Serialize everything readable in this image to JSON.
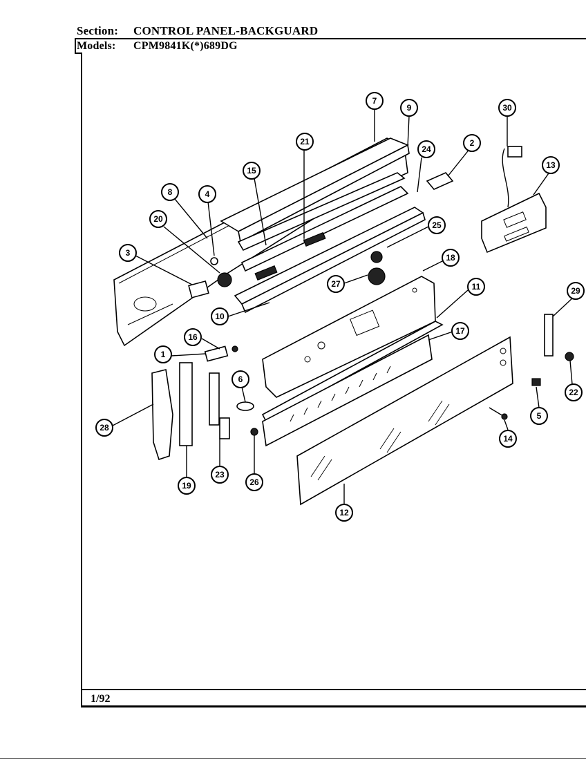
{
  "header": {
    "section_label": "Section:",
    "section_value": "CONTROL PANEL-BACKGUARD",
    "models_label": "Models:",
    "models_value": "CPM9841K(*)689DG"
  },
  "footer": {
    "date": "1/92"
  },
  "callouts": [
    {
      "id": "c7",
      "label": "7"
    },
    {
      "id": "c9",
      "label": "9"
    },
    {
      "id": "c30",
      "label": "30"
    },
    {
      "id": "c21",
      "label": "21"
    },
    {
      "id": "c24",
      "label": "24"
    },
    {
      "id": "c2",
      "label": "2"
    },
    {
      "id": "c13",
      "label": "13"
    },
    {
      "id": "c15",
      "label": "15"
    },
    {
      "id": "c8",
      "label": "8"
    },
    {
      "id": "c4",
      "label": "4"
    },
    {
      "id": "c20",
      "label": "20"
    },
    {
      "id": "c25",
      "label": "25"
    },
    {
      "id": "c3",
      "label": "3"
    },
    {
      "id": "c18",
      "label": "18"
    },
    {
      "id": "c27",
      "label": "27"
    },
    {
      "id": "c11",
      "label": "11"
    },
    {
      "id": "c29",
      "label": "29"
    },
    {
      "id": "c10",
      "label": "10"
    },
    {
      "id": "c17",
      "label": "17"
    },
    {
      "id": "c16",
      "label": "16"
    },
    {
      "id": "c1",
      "label": "1"
    },
    {
      "id": "c6",
      "label": "6"
    },
    {
      "id": "c22",
      "label": "22"
    },
    {
      "id": "c28",
      "label": "28"
    },
    {
      "id": "c5",
      "label": "5"
    },
    {
      "id": "c14",
      "label": "14"
    },
    {
      "id": "c19",
      "label": "19"
    },
    {
      "id": "c23",
      "label": "23"
    },
    {
      "id": "c26",
      "label": "26"
    },
    {
      "id": "c12",
      "label": "12"
    }
  ]
}
